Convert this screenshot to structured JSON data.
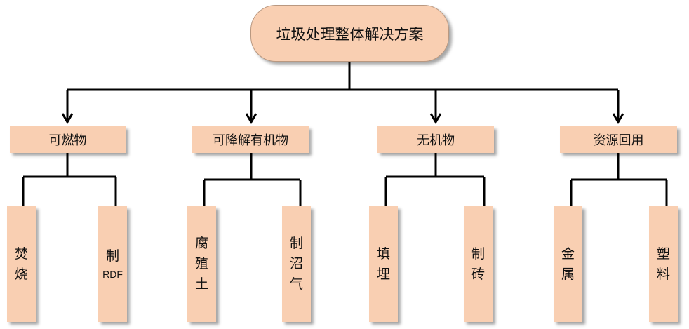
{
  "title": "垃圾处理整体解决方案",
  "categories": [
    {
      "label": "可燃物",
      "leaves": [
        {
          "lines": [
            "焚",
            "烧"
          ]
        },
        {
          "lines": [
            "制",
            "RDF"
          ]
        }
      ]
    },
    {
      "label": "可降解有机物",
      "leaves": [
        {
          "lines": [
            "腐",
            "殖",
            "土"
          ]
        },
        {
          "lines": [
            "制",
            "沼",
            "气"
          ]
        }
      ]
    },
    {
      "label": "无机物",
      "leaves": [
        {
          "lines": [
            "填",
            "埋"
          ]
        },
        {
          "lines": [
            "制",
            "砖"
          ]
        }
      ]
    },
    {
      "label": "资源回用",
      "leaves": [
        {
          "lines": [
            "金",
            "属"
          ]
        },
        {
          "lines": [
            "塑",
            "料"
          ]
        }
      ]
    }
  ],
  "colors": {
    "box_fill": "#f9cfb2",
    "line": "#000000"
  }
}
